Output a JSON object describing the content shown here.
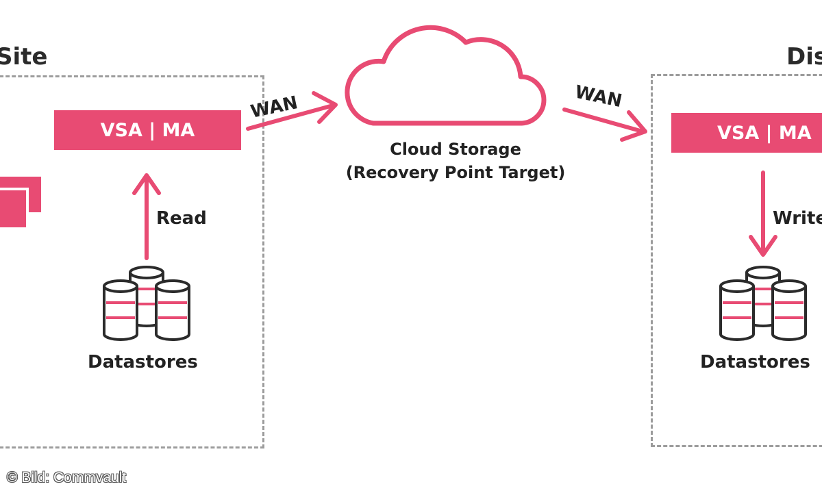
{
  "left_site": {
    "title": "Site",
    "vsa_label": "VSA | MA",
    "read_label": "Read",
    "datastores_label": "Datastores"
  },
  "right_site": {
    "title": "Dis",
    "vsa_label": "VSA | MA",
    "write_label": "Write",
    "datastores_label": "Datastores"
  },
  "cloud": {
    "line1": "Cloud Storage",
    "line2": "(Recovery Point Target)"
  },
  "wan_left": "WAN",
  "wan_right": "WAN",
  "credit": "© Bild: Commvault",
  "colors": {
    "accent": "#e84b73",
    "dark": "#2b2b2b",
    "frame": "#9c9c9c"
  }
}
